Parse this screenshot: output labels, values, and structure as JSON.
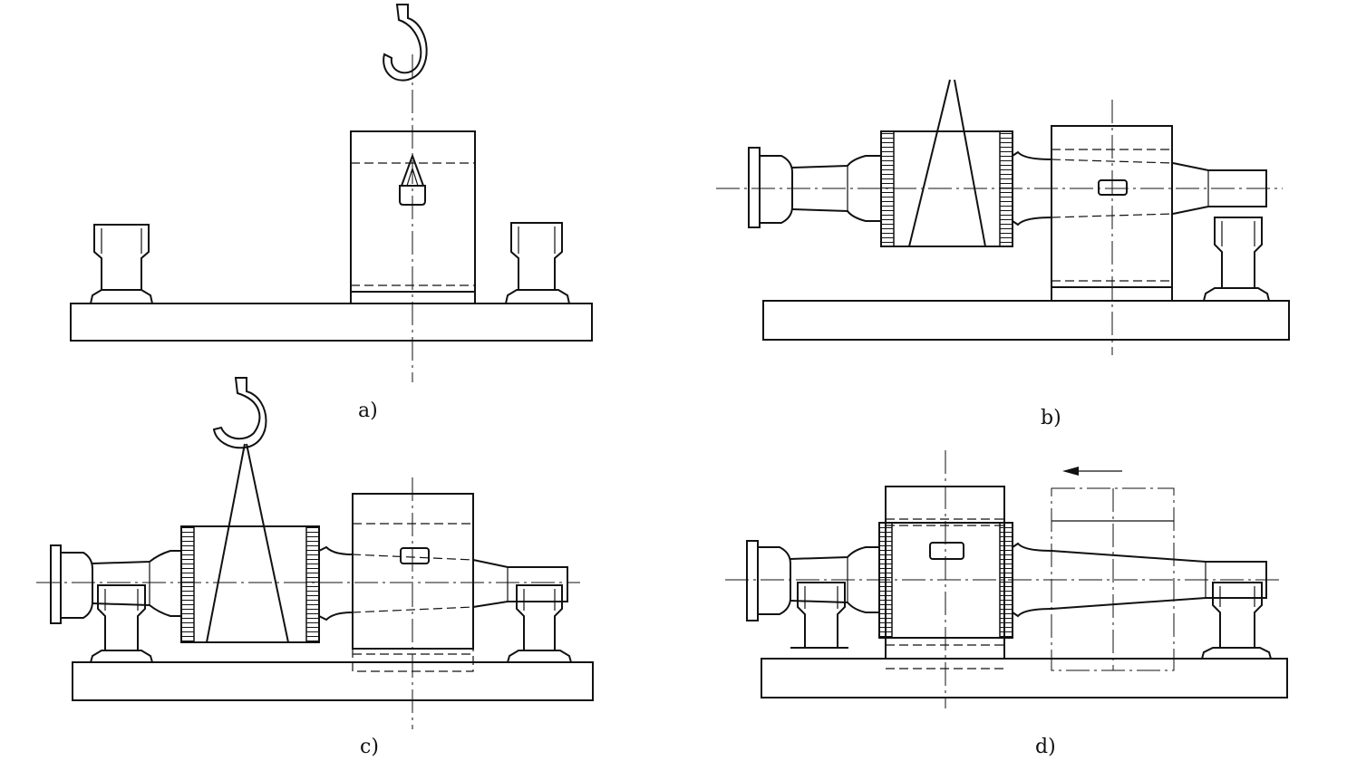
{
  "figure": {
    "panels": [
      {
        "id": "a",
        "caption": "a)"
      },
      {
        "id": "b",
        "caption": "b)"
      },
      {
        "id": "c",
        "caption": "c)"
      },
      {
        "id": "d",
        "caption": "d)"
      }
    ],
    "colors": {
      "line": "#111111",
      "background": "#ffffff"
    },
    "icons": {
      "crane_hook": "hook-icon",
      "direction_arrow": "arrow-left-icon"
    }
  }
}
